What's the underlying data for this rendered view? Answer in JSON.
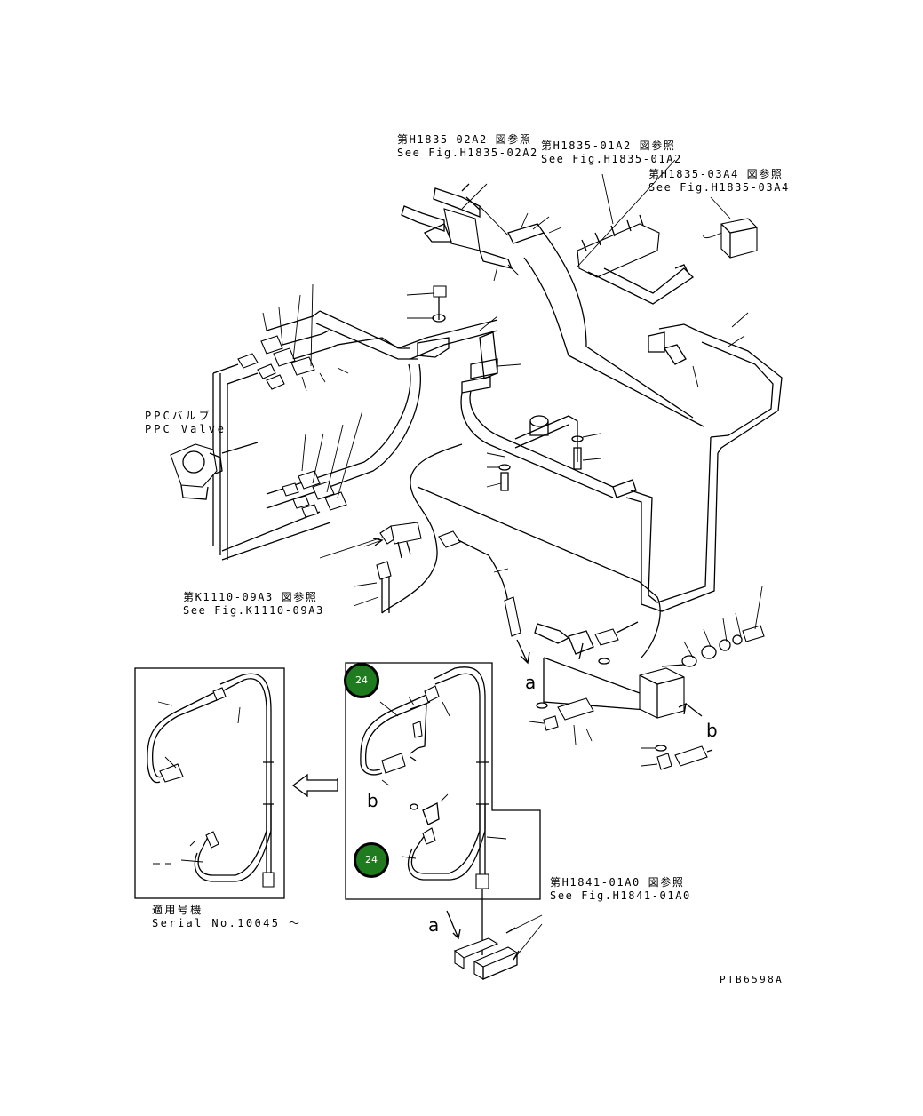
{
  "refs": {
    "r1": {
      "jp": "第H1835-02A2 図参照",
      "en": "See Fig.H1835-02A2"
    },
    "r2": {
      "jp": "第H1835-01A2 図参照",
      "en": "See Fig.H1835-01A2"
    },
    "r3": {
      "jp": "第H1835-03A4 図参照",
      "en": "See Fig.H1835-03A4"
    },
    "ppc": {
      "jp": "PPCバルブ",
      "en": "PPC Valve"
    },
    "r4": {
      "jp": "第K1110-09A3 図参照",
      "en": "See Fig.K1110-09A3"
    },
    "r5": {
      "jp": "第H1841-01A0 図参照",
      "en": "See Fig.H1841-01A0"
    }
  },
  "serial": {
    "jp": "適用号機",
    "en": "Serial No.10045 ～"
  },
  "letters": {
    "a": "a",
    "b": "b"
  },
  "callouts": [
    "24",
    "24"
  ],
  "drawing_code": "PTB6598A",
  "colors": {
    "callout_fill": "#1e7b1e",
    "line": "#000000"
  }
}
